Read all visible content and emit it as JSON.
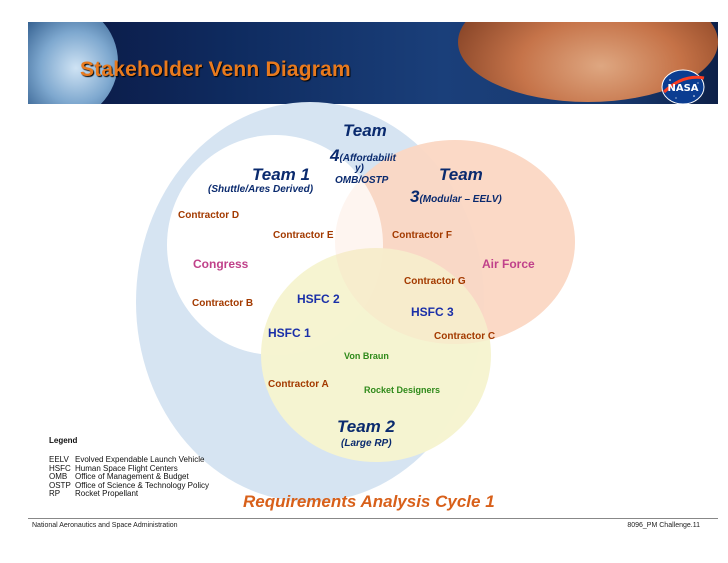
{
  "header": {
    "title": "Stakeholder Venn Diagram",
    "logo": "NASA"
  },
  "teams": {
    "team4_line1": "Team",
    "team4_num": "4",
    "team4_paren_a": "(Affordabilit",
    "team4_paren_b": "y)",
    "team4_sub": "OMB/OSTP",
    "team1": "Team 1",
    "team1_sub": "(Shuttle/Ares Derived)",
    "team3_line1": "Team",
    "team3_num": "3",
    "team3_sub": "(Modular – EELV)",
    "team2": "Team 2",
    "team2_sub": "(Large RP)"
  },
  "labels": {
    "contractor_d": "Contractor D",
    "contractor_e": "Contractor E",
    "contractor_f": "Contractor F",
    "congress": "Congress",
    "air_force": "Air Force",
    "contractor_g": "Contractor G",
    "hsfc2": "HSFC 2",
    "contractor_b": "Contractor B",
    "hsfc3": "HSFC 3",
    "hsfc1": "HSFC 1",
    "contractor_c": "Contractor C",
    "von_braun": "Von Braun",
    "contractor_a": "Contractor A",
    "rocket_designers": "Rocket Designers"
  },
  "legend": {
    "title": "Legend",
    "items": [
      {
        "abbr": "EELV",
        "text": "Evolved Expendable Launch Vehicle"
      },
      {
        "abbr": "HSFC",
        "text": "Human Space Flight Centers"
      },
      {
        "abbr": "OMB",
        "text": "Office of Management & Budget"
      },
      {
        "abbr": "OSTP",
        "text": "Office of Science & Technology Policy"
      },
      {
        "abbr": "RP",
        "text": "Rocket Propellant"
      }
    ]
  },
  "bottom_title": "Requirements Analysis Cycle 1",
  "footer": {
    "left": "National Aeronautics and Space Administration",
    "right": "8096_PM Challenge.11"
  },
  "colors": {
    "outer_circle": "#d6e4f2",
    "team1_circle": "#ffffff",
    "team3_circle": "#fbd8c4",
    "team2_circle": "#f6f4cf",
    "title_orange": "#e87a1e",
    "team_navy": "#0a2a6e"
  }
}
